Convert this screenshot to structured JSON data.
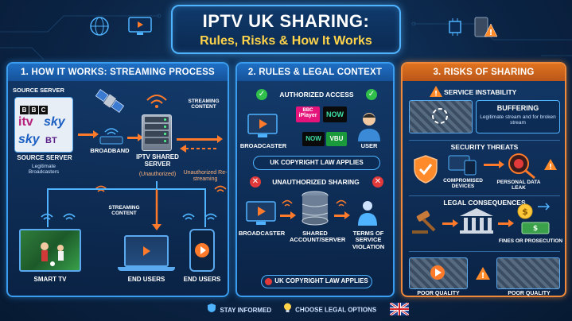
{
  "title": {
    "line1": "IPTV UK SHARING:",
    "line2": "Rules, Risks & How It Works"
  },
  "panel1": {
    "heading": "1. HOW IT WORKS: STREAMING PROCESS",
    "source_server_top": "SOURCE SERVER",
    "brands": {
      "bbc": [
        "B",
        "B",
        "C"
      ],
      "itv": "itv",
      "sky1": "sky",
      "sky2": "sky",
      "bt": "BT"
    },
    "source_server_bottom": "SOURCE SERVER",
    "source_server_sub": "Legitimate Broadcasters",
    "broadband": "BROADBAND",
    "streaming_content_top": "STREAMING CONTENT",
    "server_label": "IPTV SHARED SERVER",
    "server_sub": "(Unauthorized)",
    "restreaming": "Unauthorized Re-streaming",
    "streaming_content_bottom": "STREAMING CONTENT",
    "smart_tv": "SMART TV",
    "end_users_1": "END USERS",
    "end_users_2": "END USERS"
  },
  "panel2": {
    "heading": "2. RULES & LEGAL CONTEXT",
    "authorized": "AUTHORIZED ACCESS",
    "broadcaster_1": "BROADCASTER",
    "user": "USER",
    "logos": {
      "iplayer_top": "BBC",
      "iplayer_bottom": "iPlayer",
      "now1": "NOW",
      "now2": "NOW",
      "vbu": "VBU"
    },
    "copyright_mid": "UK COPYRIGHT LAW APPLIES",
    "unauthorized": "UNAUTHORIZED SHARING",
    "broadcaster_2": "BROADCASTER",
    "shared_account": "SHARED ACCOUNT/SERVER",
    "tos": "TERMS OF SERVICE VIOLATION",
    "copyright_bottom": "UK COPYRIGHT LAW APPLIES"
  },
  "panel3": {
    "heading": "3. RISKS OF SHARING",
    "instability": "SERVICE INSTABILITY",
    "buffering": "BUFFERING",
    "buffering_sub": "Legitimate stream and for broken stream",
    "security": "SECURITY THREATS",
    "compromised": "COMPROMISED DEVICES",
    "leak": "PERSONAL DATA LEAK",
    "legal": "LEGAL CONSEQUENCES",
    "fines": "FINES OR PROSECUTION",
    "poor1": "POOR QUALITY",
    "poor2": "POOR QUALITY"
  },
  "footer": {
    "stay": "STAY INFORMED",
    "choose": "CHOOSE LEGAL OPTIONS"
  },
  "colors": {
    "accent": "#4fb3ff",
    "orange": "#ff7a2a",
    "gold": "#ffd34a",
    "green": "#2fbf4a",
    "red": "#e23a3a"
  }
}
